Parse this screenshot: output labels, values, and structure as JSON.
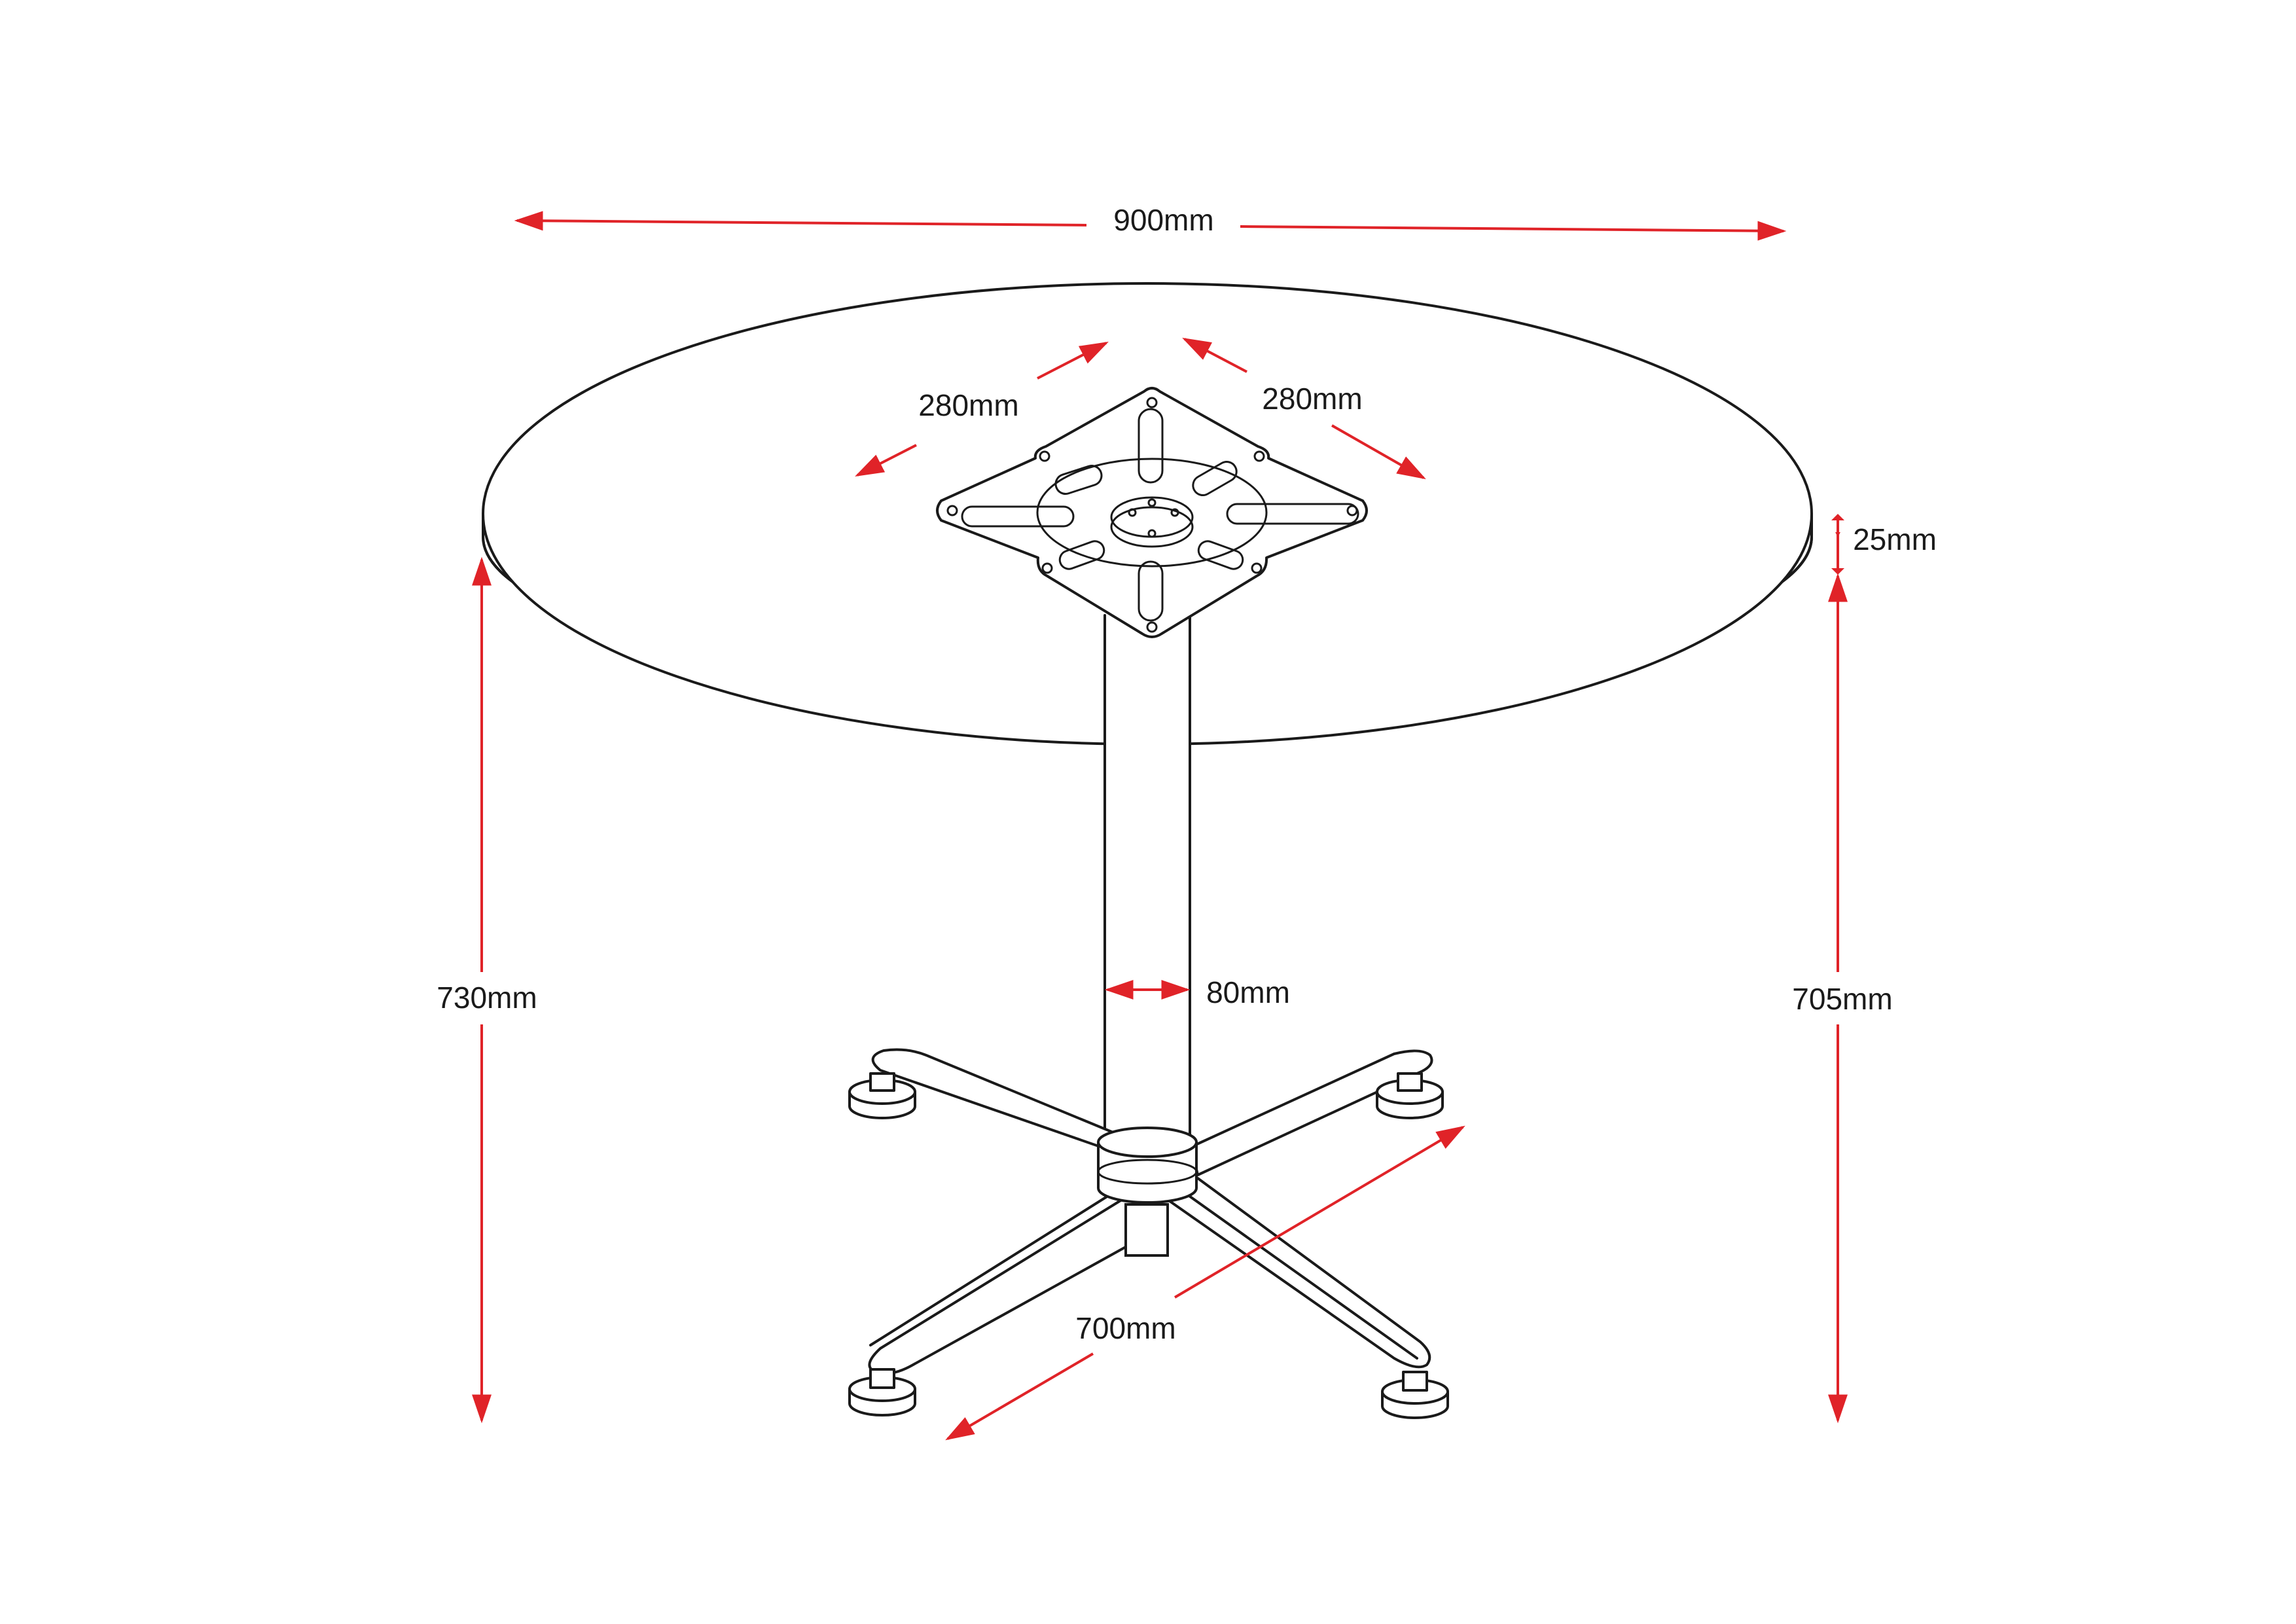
{
  "dimensions": {
    "top_diameter": "900mm",
    "plate_width_left": "280mm",
    "plate_width_right": "280mm",
    "top_thickness": "25mm",
    "overall_height": "730mm",
    "column_height": "705mm",
    "column_diameter": "80mm",
    "base_span": "700mm"
  },
  "colors": {
    "dimension_line": "#e02328",
    "outline": "#1a1a1a",
    "background": "#ffffff"
  }
}
